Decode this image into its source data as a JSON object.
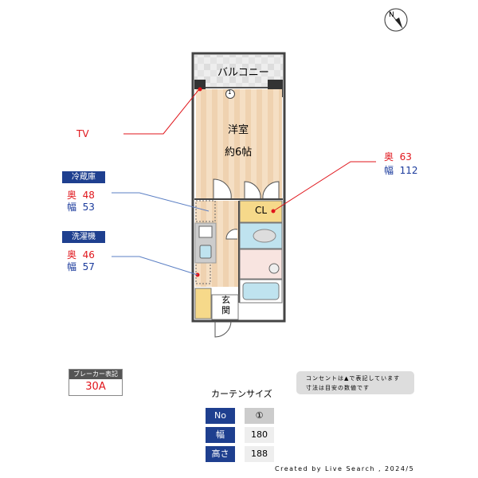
{
  "compass": {
    "icon": "north-compass-icon"
  },
  "rooms": {
    "balcony": "バルコニー",
    "western": "洋室",
    "western_size": "約6帖",
    "closet": "CL",
    "entrance": "玄関",
    "curtain_marker": "1"
  },
  "labels": {
    "tv": "TV",
    "fridge": {
      "title": "冷蔵庫",
      "depth_label": "奥",
      "depth": "48",
      "width_label": "幅",
      "width": "53"
    },
    "washer": {
      "title": "洗濯機",
      "depth_label": "奥",
      "depth": "46",
      "width_label": "幅",
      "width": "57"
    },
    "closet": {
      "depth_label": "奥",
      "depth": "63",
      "width_label": "幅",
      "width": "112"
    }
  },
  "breaker": {
    "title": "ブレーカー表記",
    "value": "30A"
  },
  "note": {
    "line1": "コンセントは▲で表記しています",
    "line2": "寸法は目安の数値です"
  },
  "curtain": {
    "title": "カーテンサイズ",
    "rows": [
      {
        "label": "No",
        "value": "①"
      },
      {
        "label": "幅",
        "value": "180"
      },
      {
        "label": "高さ",
        "value": "188"
      }
    ]
  },
  "credit": "Created by Live Search , 2024/5",
  "colors": {
    "red": "#e0151b",
    "navy": "#1e3f8f",
    "floor": "#f3dcc0",
    "closet": "#f6d98a",
    "water": "#bfe3ef"
  }
}
